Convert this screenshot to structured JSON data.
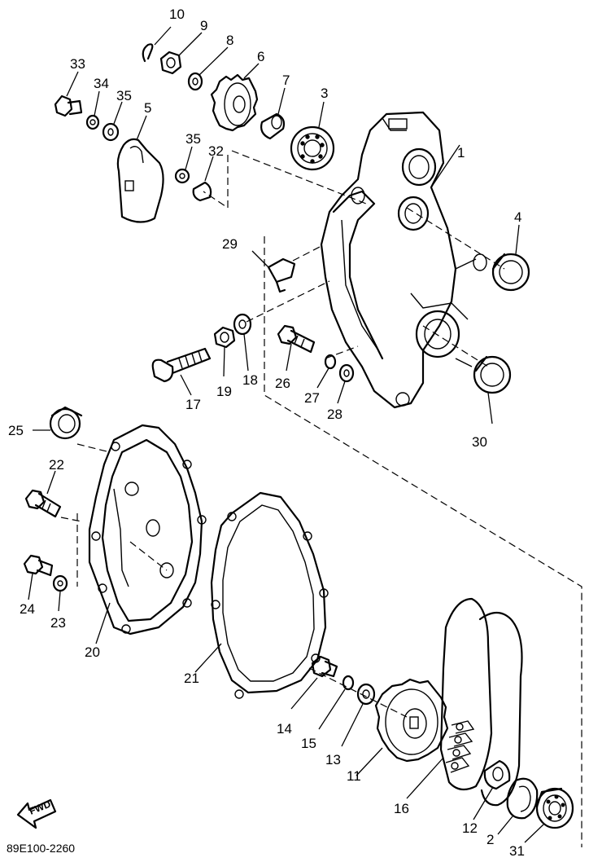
{
  "diagram_code": "89E100-2260",
  "direction_label": "FWD",
  "parts": {
    "p1": "1",
    "p2": "2",
    "p3": "3",
    "p4": "4",
    "p5": "5",
    "p6": "6",
    "p7": "7",
    "p8": "8",
    "p9": "9",
    "p10": "10",
    "p11": "11",
    "p12": "12",
    "p13": "13",
    "p14": "14",
    "p15": "15",
    "p16": "16",
    "p17": "17",
    "p18": "18",
    "p19": "19",
    "p20": "20",
    "p21": "21",
    "p22": "22",
    "p23": "23",
    "p24": "24",
    "p25": "25",
    "p26": "26",
    "p27": "27",
    "p28": "28",
    "p29": "29",
    "p30": "30",
    "p31": "31",
    "p32": "32",
    "p33": "33",
    "p34": "34",
    "p35a": "35",
    "p35b": "35"
  }
}
